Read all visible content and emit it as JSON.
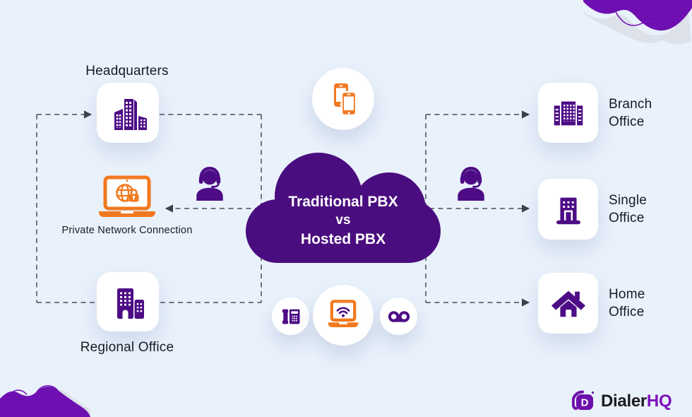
{
  "title": "Traditional PBX vs Hosted PBX comparison diagram",
  "colors": {
    "background": "#e9f1fb",
    "cloud_purple": "#4a0d7f",
    "icon_purple": "#4d0c85",
    "accent_orange": "#f1791f",
    "decoration_purple": "#6e0fb1",
    "label_dark": "#191a23",
    "connector_gray": "#474e59"
  },
  "cloud": {
    "line1": "Traditional PBX",
    "line2": "vs",
    "line3": "Hosted PBX"
  },
  "left": {
    "headquarters": {
      "label": "Headquarters",
      "icon": "city-buildings-icon"
    },
    "private_network": {
      "label": "Private Network Connection",
      "icon": "secure-laptop-icon"
    },
    "regional_office": {
      "label": "Regional Office",
      "icon": "office-buildings-icon"
    }
  },
  "center": {
    "top_icon": "mobile-phones-icon",
    "bottom_icons": [
      "desk-phone-icon",
      "wifi-laptop-icon",
      "voicemail-icon"
    ],
    "support_icons": [
      "support-agent-icon-left",
      "support-agent-icon-right"
    ]
  },
  "right": {
    "items": [
      {
        "label": "Branch Office",
        "icon": "branch-office-icon"
      },
      {
        "label": "Single Office",
        "icon": "single-office-icon"
      },
      {
        "label": "Home Office",
        "icon": "home-office-icon"
      }
    ]
  },
  "connections": [
    "dashed arrow into Headquarters",
    "dashed arrow into Private Network Connection laptop",
    "dashed loop through Regional Office",
    "dashed arrow into Branch Office",
    "dashed arrow into Single Office",
    "dashed arrow into Home Office"
  ],
  "logo": {
    "icon_letter": "D",
    "text_dark": "Dialer",
    "text_purple": "HQ"
  }
}
